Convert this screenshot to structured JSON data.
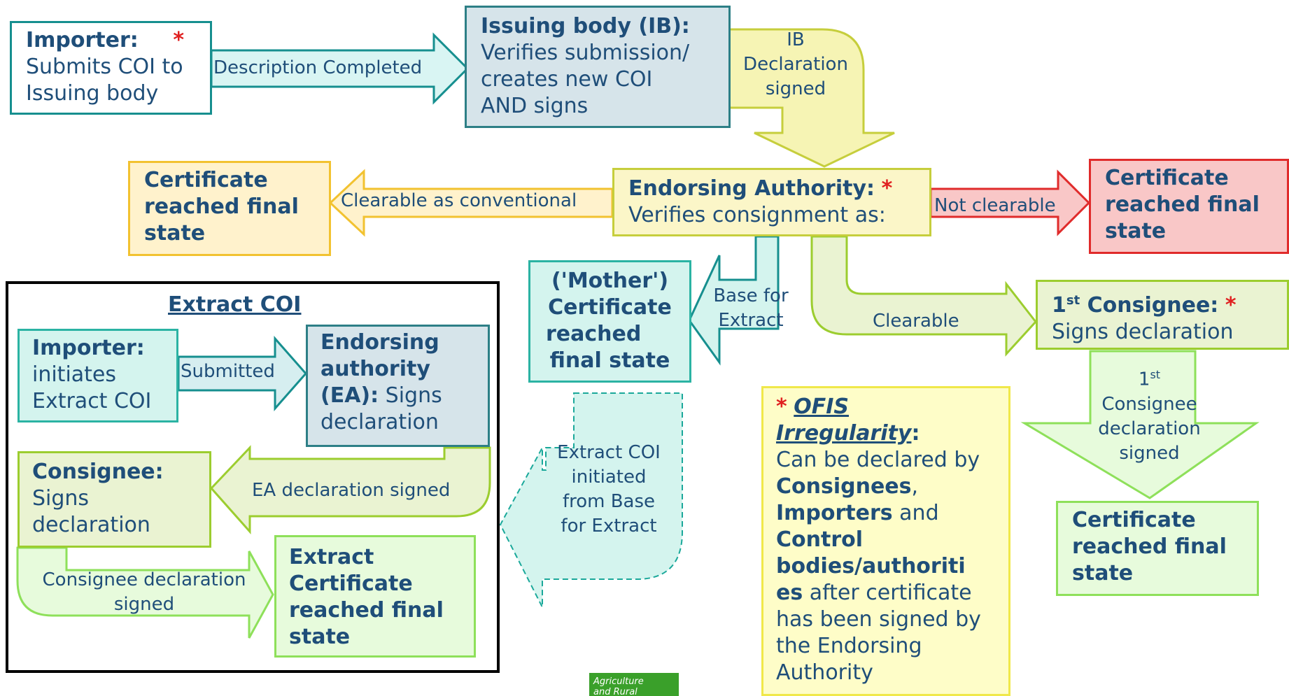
{
  "colors": {
    "teal_box": "#d9f5f3",
    "teal_border": "#168f8f",
    "blue_box": "#d6e4ea",
    "blue_border": "#2d7f86",
    "yellow_box": "#fbf6c8",
    "yellow_border": "#c6ce3c",
    "orange_box": "#fff2cc",
    "orange_border": "#f2c230",
    "red_box": "#f9c7c7",
    "red_border": "#e02b2b",
    "green_box": "#e7fbdc",
    "green_border": "#8ee05a",
    "olive_box": "#eaf3d2",
    "olive_border": "#9ccd2f",
    "note_box": "#fefdc8",
    "note_border": "#f0e84a",
    "text": "#1f4e79",
    "asterisk": "#e02020"
  },
  "importer": {
    "title": "Importer:",
    "asterisk": "*",
    "lines": [
      "Submits COI to",
      "Issuing body"
    ]
  },
  "arrow_description": "Description Completed",
  "issuing_body": {
    "title": "Issuing body (IB):",
    "lines": [
      "Verifies submission/",
      "creates new COI",
      "AND signs"
    ]
  },
  "arrow_ib": [
    "IB",
    "Declaration",
    "signed"
  ],
  "endorsing": {
    "title": "Endorsing Authority:",
    "asterisk": "*",
    "line": "Verifies consignment as:"
  },
  "arrow_clearable_conventional": "Clearable as conventional",
  "cert_left": {
    "lines": [
      "Certificate",
      "reached final",
      "state"
    ]
  },
  "arrow_not_clearable": "Not clearable",
  "cert_right": {
    "lines": [
      "Certificate",
      "reached final",
      "state"
    ]
  },
  "arrow_base_extract": [
    "Base for",
    "Extract"
  ],
  "mother": {
    "lines": [
      "('Mother')",
      "Certificate",
      "reached",
      "final state"
    ]
  },
  "arrow_clearable": "Clearable",
  "consignee1": {
    "title_num": "1",
    "title_sup": "st",
    "title_rest": " Consignee:",
    "asterisk": "*",
    "line": "Signs declaration"
  },
  "arrow_consignee1": {
    "num": "1",
    "sup": "st",
    "lines": [
      "Consignee",
      "declaration",
      "signed"
    ]
  },
  "cert_bottom": {
    "lines": [
      "Certificate",
      "reached final",
      "state"
    ]
  },
  "ofis": {
    "asterisk": "*",
    "title_line1": "OFIS",
    "title_line2": "Irregularity",
    "colon": ":",
    "line_can": "Can be declared by",
    "consignees": "Consignees",
    "comma": ",",
    "importers": "Importers",
    "and": " and",
    "control": "Control",
    "bodies1": "bodies/authoriti",
    "bodies2": "es",
    "after": " after certificate",
    "rest": [
      "has been signed by",
      "the Endorsing",
      "Authority"
    ]
  },
  "extract_panel": {
    "title": "Extract COI"
  },
  "ex_importer": {
    "title": "Importer:",
    "lines": [
      "initiates",
      "Extract COI"
    ]
  },
  "arrow_submitted": "Submitted",
  "ex_ea": {
    "lines": [
      "Endorsing",
      "authority",
      "(EA):"
    ],
    "rest": " Signs",
    "last": "declaration"
  },
  "arrow_ea_signed": "EA declaration signed",
  "ex_consignee": {
    "title": "Consignee:",
    "lines": [
      "Signs",
      "declaration"
    ]
  },
  "arrow_consignee_signed": [
    "Consignee declaration",
    "signed"
  ],
  "ex_cert": {
    "lines": [
      "Extract",
      "Certificate",
      "reached final",
      "state"
    ]
  },
  "arrow_extract_initiated": [
    "Extract COI",
    "initiated",
    "from Base",
    "for Extract"
  ],
  "logo": {
    "lines": [
      "Agriculture",
      "and Rural"
    ]
  }
}
